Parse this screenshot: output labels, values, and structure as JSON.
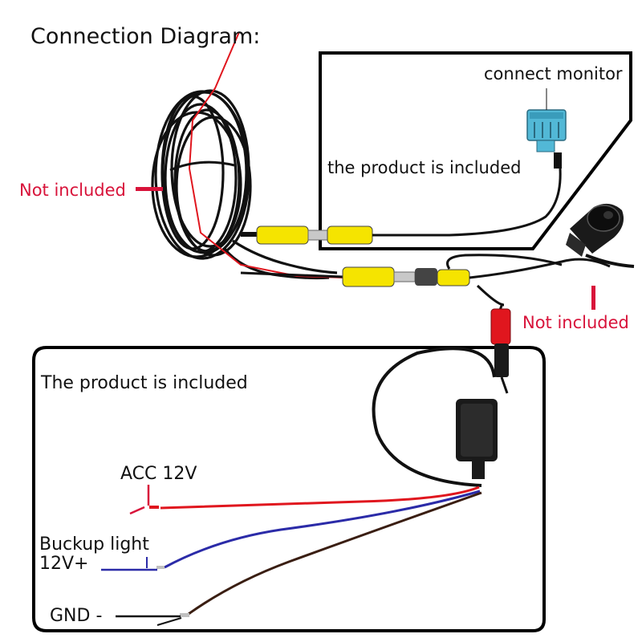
{
  "title": "Connection Diagram:",
  "labels": {
    "connect_monitor": "connect monitor",
    "product_included_top": "the product is included",
    "not_included_left": "Not included",
    "not_included_right": "Not included",
    "product_included_box": "The product is included",
    "acc": "ACC 12V",
    "backup_line1": "Buckup light",
    "backup_line2": "12V+",
    "gnd": "GND -"
  },
  "colors": {
    "label_red": "#d8133a",
    "cable_black": "#111111",
    "rca_yellow": "#f5e400",
    "connector_blue": "#52b8d6",
    "wire_red": "#e0161e",
    "wire_blue": "#2b2ba8",
    "wire_brown": "#3a1e12"
  }
}
